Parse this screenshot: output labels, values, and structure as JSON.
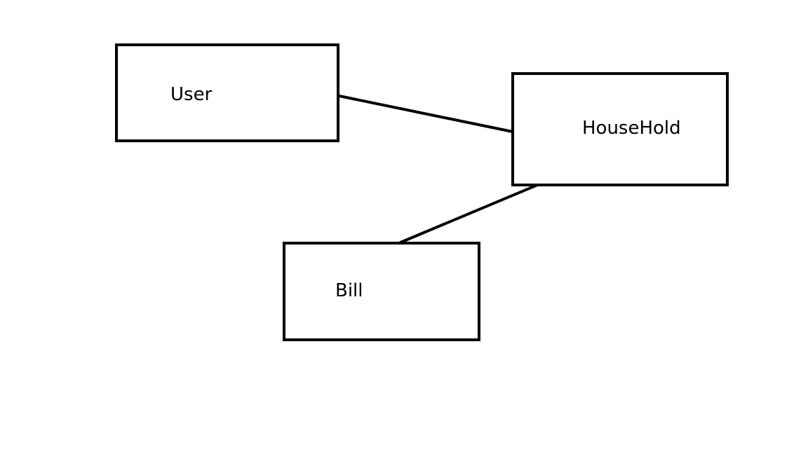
{
  "diagram": {
    "nodes": [
      {
        "id": "user",
        "label": "User"
      },
      {
        "id": "household",
        "label": "HouseHold"
      },
      {
        "id": "bill",
        "label": "Bill"
      }
    ],
    "edges": [
      {
        "from": "user",
        "to": "household"
      },
      {
        "from": "household",
        "to": "bill"
      }
    ],
    "colors": {
      "stroke": "#000000",
      "background": "#ffffff"
    }
  }
}
